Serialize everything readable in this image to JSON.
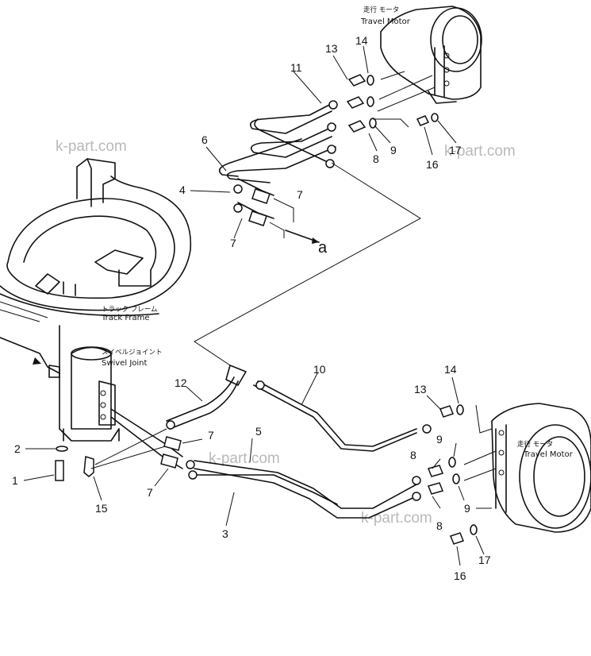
{
  "watermark": "k-part.com",
  "labels": {
    "travel_motor_jp": "走行 モータ",
    "travel_motor_en": "Travel Motor",
    "track_frame_jp": "トラック フレーム",
    "track_frame_en": "Track Frame",
    "swivel_joint_jp": "スイベルジョイント",
    "swivel_joint_en": "Swivel Joint",
    "ref_a": "a"
  },
  "callouts": {
    "c1": "1",
    "c2": "2",
    "c3": "3",
    "c4": "4",
    "c5": "5",
    "c6": "6",
    "c7a": "7",
    "c7b": "7",
    "c7c": "7",
    "c7d": "7",
    "c8a": "8",
    "c8b": "8",
    "c8c": "8",
    "c9a": "9",
    "c9b": "9",
    "c9c": "9",
    "c10": "10",
    "c11": "11",
    "c12": "12",
    "c13a": "13",
    "c13b": "13",
    "c14a": "14",
    "c14b": "14",
    "c15": "15",
    "c16a": "16",
    "c16b": "16",
    "c17a": "17",
    "c17b": "17"
  }
}
